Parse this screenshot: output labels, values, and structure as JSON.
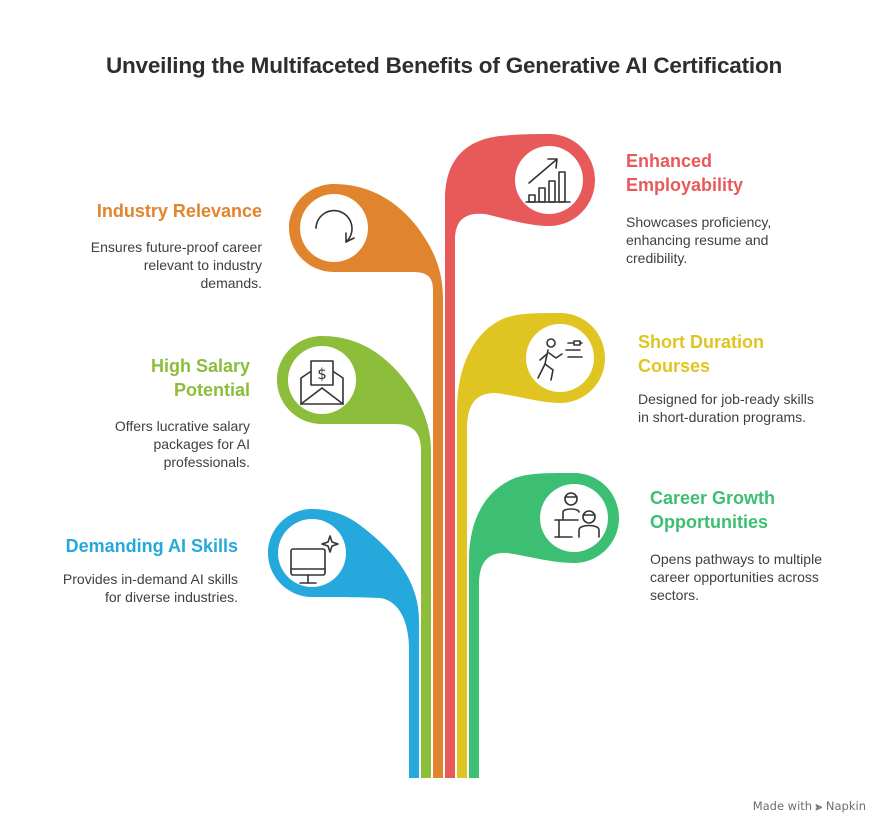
{
  "title": "Unveiling the Multifaceted Benefits of Generative AI Certification",
  "benefits": [
    {
      "heading": "Enhanced Employability",
      "heading_lines": [
        "Enhanced",
        "Employability"
      ],
      "description_lines": [
        "Showcases proficiency,",
        "enhancing resume and",
        "credibility."
      ],
      "color": "#e85a5a",
      "icon": "growth-chart-icon"
    },
    {
      "heading": "Industry Relevance",
      "heading_lines": [
        "Industry Relevance"
      ],
      "description_lines": [
        "Ensures future-proof career",
        "relevant to industry",
        "demands."
      ],
      "color": "#e0852e",
      "icon": "refresh-arrow-icon"
    },
    {
      "heading": "Short Duration Courses",
      "heading_lines": [
        "Short Duration",
        "Courses"
      ],
      "description_lines": [
        "Designed for job-ready skills",
        "in short-duration programs."
      ],
      "color": "#e0c522",
      "icon": "running-person-icon"
    },
    {
      "heading": "High Salary Potential",
      "heading_lines": [
        "High Salary",
        "Potential"
      ],
      "description_lines": [
        "Offers lucrative salary",
        "packages for AI",
        "professionals."
      ],
      "color": "#8cbd3b",
      "icon": "salary-envelope-icon"
    },
    {
      "heading": "Career Growth Opportunities",
      "heading_lines": [
        "Career Growth",
        "Opportunities"
      ],
      "description_lines": [
        "Opens pathways to multiple",
        "career opportunities across",
        "sectors."
      ],
      "color": "#3cbf73",
      "icon": "mentor-people-icon"
    },
    {
      "heading": "Demanding AI Skills",
      "heading_lines": [
        "Demanding AI Skills"
      ],
      "description_lines": [
        "Provides in-demand AI skills",
        "for diverse industries."
      ],
      "color": "#25a9dc",
      "icon": "computer-sparkle-icon"
    }
  ],
  "footer": {
    "made_with": "Made with",
    "brand": "Napkin"
  }
}
